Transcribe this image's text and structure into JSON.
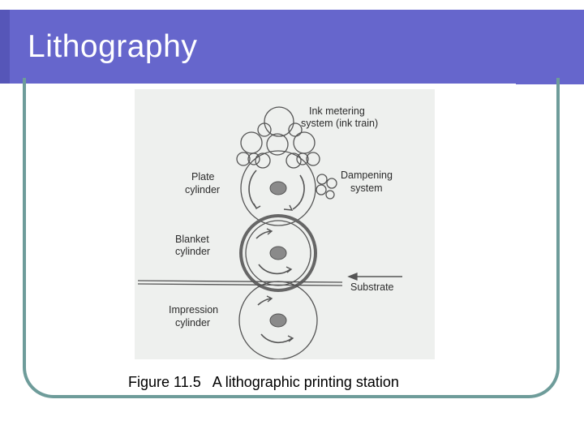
{
  "slide": {
    "title": "Lithography",
    "caption": "Figure 11.5   A lithographic printing station",
    "colors": {
      "title_bar": "#6666cc",
      "frame": "#6e9c9a",
      "figure_bg": "#eef0ee"
    }
  },
  "figure": {
    "labels": {
      "ink_line1": "Ink metering",
      "ink_line2": "system (ink train)",
      "plate_line1": "Plate",
      "plate_line2": "cylinder",
      "damp_line1": "Dampening",
      "damp_line2": "system",
      "blanket_line1": "Blanket",
      "blanket_line2": "cylinder",
      "substrate": "Substrate",
      "impression_line1": "Impression",
      "impression_line2": "cylinder"
    }
  }
}
